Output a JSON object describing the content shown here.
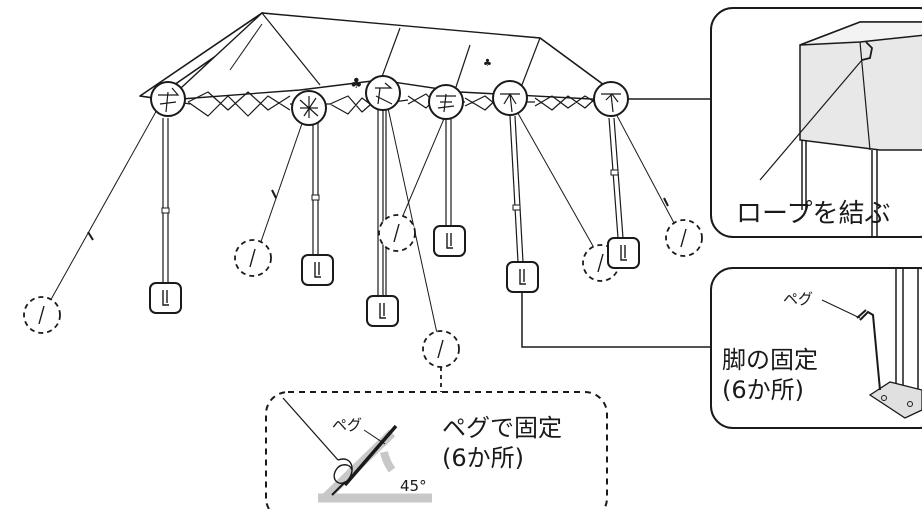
{
  "top_right_panel": {
    "caption": "ロープを結ぶ"
  },
  "middle_right_panel": {
    "peg_label": "ペグ",
    "caption_line1": "脚の固定",
    "caption_line2": "(6か所)"
  },
  "bottom_panel": {
    "peg_label": "ペグ",
    "caption_line1": "ペグで固定",
    "caption_line2": "(6か所)",
    "angle_label": "45°"
  }
}
